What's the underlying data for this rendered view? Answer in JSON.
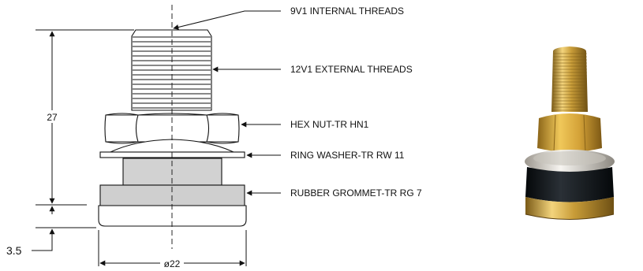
{
  "callouts": [
    {
      "id": "internal",
      "text": "9V1 INTERNAL THREADS"
    },
    {
      "id": "external",
      "text": "12V1 EXTERNAL THREADS"
    },
    {
      "id": "hexnut",
      "text": "HEX NUT-TR HN1"
    },
    {
      "id": "washer",
      "text": "RING WASHER-TR RW 11"
    },
    {
      "id": "grommet",
      "text": "RUBBER GROMMET-TR RG 7"
    }
  ],
  "dimensions": {
    "height": "27",
    "base": "3.5",
    "diameter": "ø22"
  },
  "colors": {
    "line": "#111111",
    "thread_fill": "#ffffff",
    "body_fill": "#ffffff",
    "spacer_fill": "#d2d2d2",
    "grommet_fill": "#cfcfcf",
    "brass_light": "#f0d27a",
    "brass_mid": "#c9a03c",
    "brass_dark": "#8a6a1e",
    "washer_light": "#f4f2ee",
    "washer_dark": "#b8b4ac",
    "rubber": "#151a1e"
  }
}
